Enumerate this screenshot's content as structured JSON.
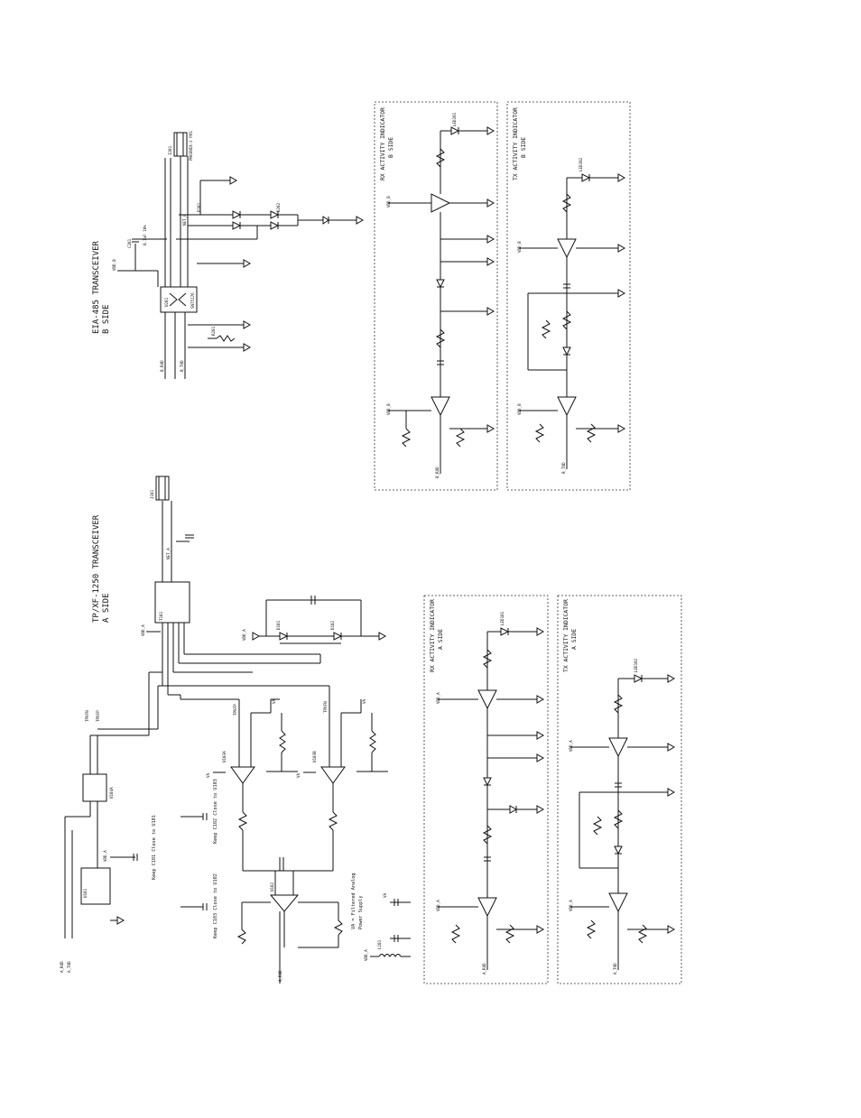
{
  "sheet": {
    "titles": {
      "eia485": [
        "EIA-485 TRANSCEIVER",
        "B SIDE"
      ],
      "tpxf": [
        "TP/XF-1250 TRANSCEIVER",
        "A SIDE"
      ]
    },
    "panels": {
      "rx_b": [
        "RX ACTIVITY INDICATOR",
        "B SIDE"
      ],
      "tx_b": [
        "TX ACTIVITY INDICATOR",
        "B SIDE"
      ],
      "rx_a": [
        "RX ACTIVITY INDICATOR",
        "A SIDE"
      ],
      "tx_a": [
        "TX ACTIVITY INDICATOR",
        "A SIDE"
      ]
    },
    "notes": {
      "keep_u103": "Keep C102 Close to U103",
      "keep_u102": "Keep C103 Close to U102",
      "keep_u101": "Keep C101 Close to U101",
      "va_note": [
        "VA = Filtered Analog",
        "Power Supply"
      ]
    },
    "nets": {
      "vdd_b": "VDD_B",
      "vdd_a": "VDD_A",
      "b_rxd": "B_RXD",
      "b_txd": "B_TXD",
      "a_rxd": "A_RXD",
      "a_txd": "A_TXD",
      "tpxfn": "TPXFN",
      "tpxfp": "TPXFP",
      "va": "VA",
      "net_b": "NET_B",
      "net_a": "NET_A"
    },
    "parts": {
      "j201": "J201",
      "j101": "J101",
      "u201": "U201",
      "u101": "U101",
      "u102": "U102",
      "u103a": "U103A",
      "u103b": "U103B",
      "u104a": "U104A",
      "u105a": "U105A",
      "u202a": "U202A",
      "u202b": "U202B",
      "u203a": "U203A",
      "t101": "T101",
      "led201": "LED201",
      "led202": "LED202",
      "led101": "LED101",
      "led102": "LED102",
      "d201": "D201",
      "d202": "D202",
      "d101": "D101",
      "d102": "D102",
      "r201": "R201",
      "r101": "R101",
      "c201": "C201",
      "c101": "C101",
      "l101": "L101"
    }
  }
}
